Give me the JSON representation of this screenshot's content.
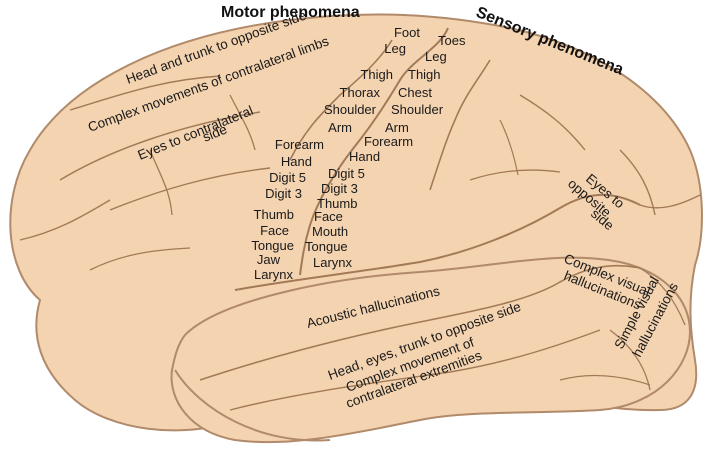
{
  "titles": {
    "motor": "Motor phenomena",
    "sensory": "Sensory phenomena"
  },
  "motor_strip": [
    "Foot",
    "Leg",
    "Thigh",
    "Thorax",
    "Shoulder",
    "Arm",
    "Forearm",
    "Hand",
    "Digit 5",
    "Digit 3",
    "Thumb",
    "Face",
    "Tongue",
    "Jaw",
    "Larynx"
  ],
  "sensory_strip": [
    "Toes",
    "Leg",
    "Thigh",
    "Chest",
    "Shoulder",
    "Arm",
    "Forearm",
    "Hand",
    "Digit 5",
    "Digit 3",
    "Thumb",
    "Face",
    "Mouth",
    "Tongue",
    "Larynx"
  ],
  "regions": {
    "head_trunk": "Head and trunk to opposite side",
    "complex_limbs": "Complex movements of contralateral limbs",
    "eyes_contra_1": "Eyes to contralateral",
    "eyes_contra_2": "side",
    "eyes_opp_1": "Eyes to",
    "eyes_opp_2": "opposite",
    "eyes_opp_3": "side",
    "acoustic": "Acoustic hallucinations",
    "head_eyes_1": "Head, eyes, trunk to opposite side",
    "head_eyes_2": "Complex movement of",
    "head_eyes_3": "contralateral extremities",
    "complex_visual_1": "Complex visual",
    "complex_visual_2": "hallucinations",
    "simple_visual_1": "Simple visual",
    "simple_visual_2": "hallucinations"
  },
  "colors": {
    "brain_fill": "#f4d3b0",
    "outline": "#b08a6a",
    "sulcus": "#a27a58",
    "background": "#ffffff"
  }
}
